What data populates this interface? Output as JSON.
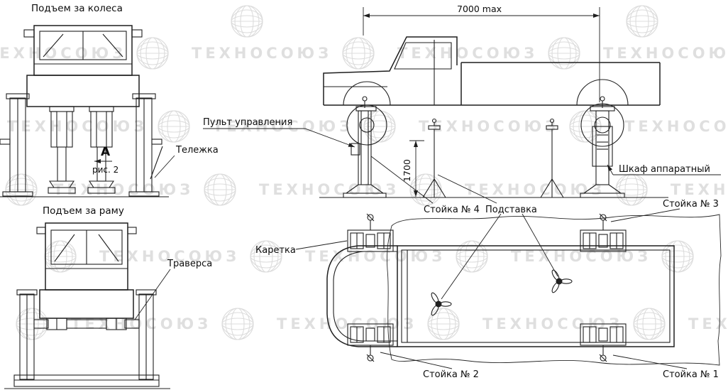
{
  "watermark": {
    "brand": "ТЕХНОСОЮЗ"
  },
  "titles": {
    "lift_by_wheels": "Подъем за колеса",
    "lift_by_frame": "Подъем за раму"
  },
  "callouts": {
    "control_panel": "Пульт управления",
    "trolley": "Тележка",
    "view_label": "А",
    "figure_ref": "рис. 2",
    "cabinet": "Шкаф аппаратный",
    "stand_4": "Стойка № 4",
    "support": "Подставка",
    "stand_3": "Стойка № 3",
    "carriage": "Каретка",
    "traverse": "Траверса",
    "stand_2": "Стойка № 2",
    "stand_1": "Стойка № 1"
  },
  "dimensions": {
    "overall_length": "7000 max",
    "lift_height": "1700"
  }
}
